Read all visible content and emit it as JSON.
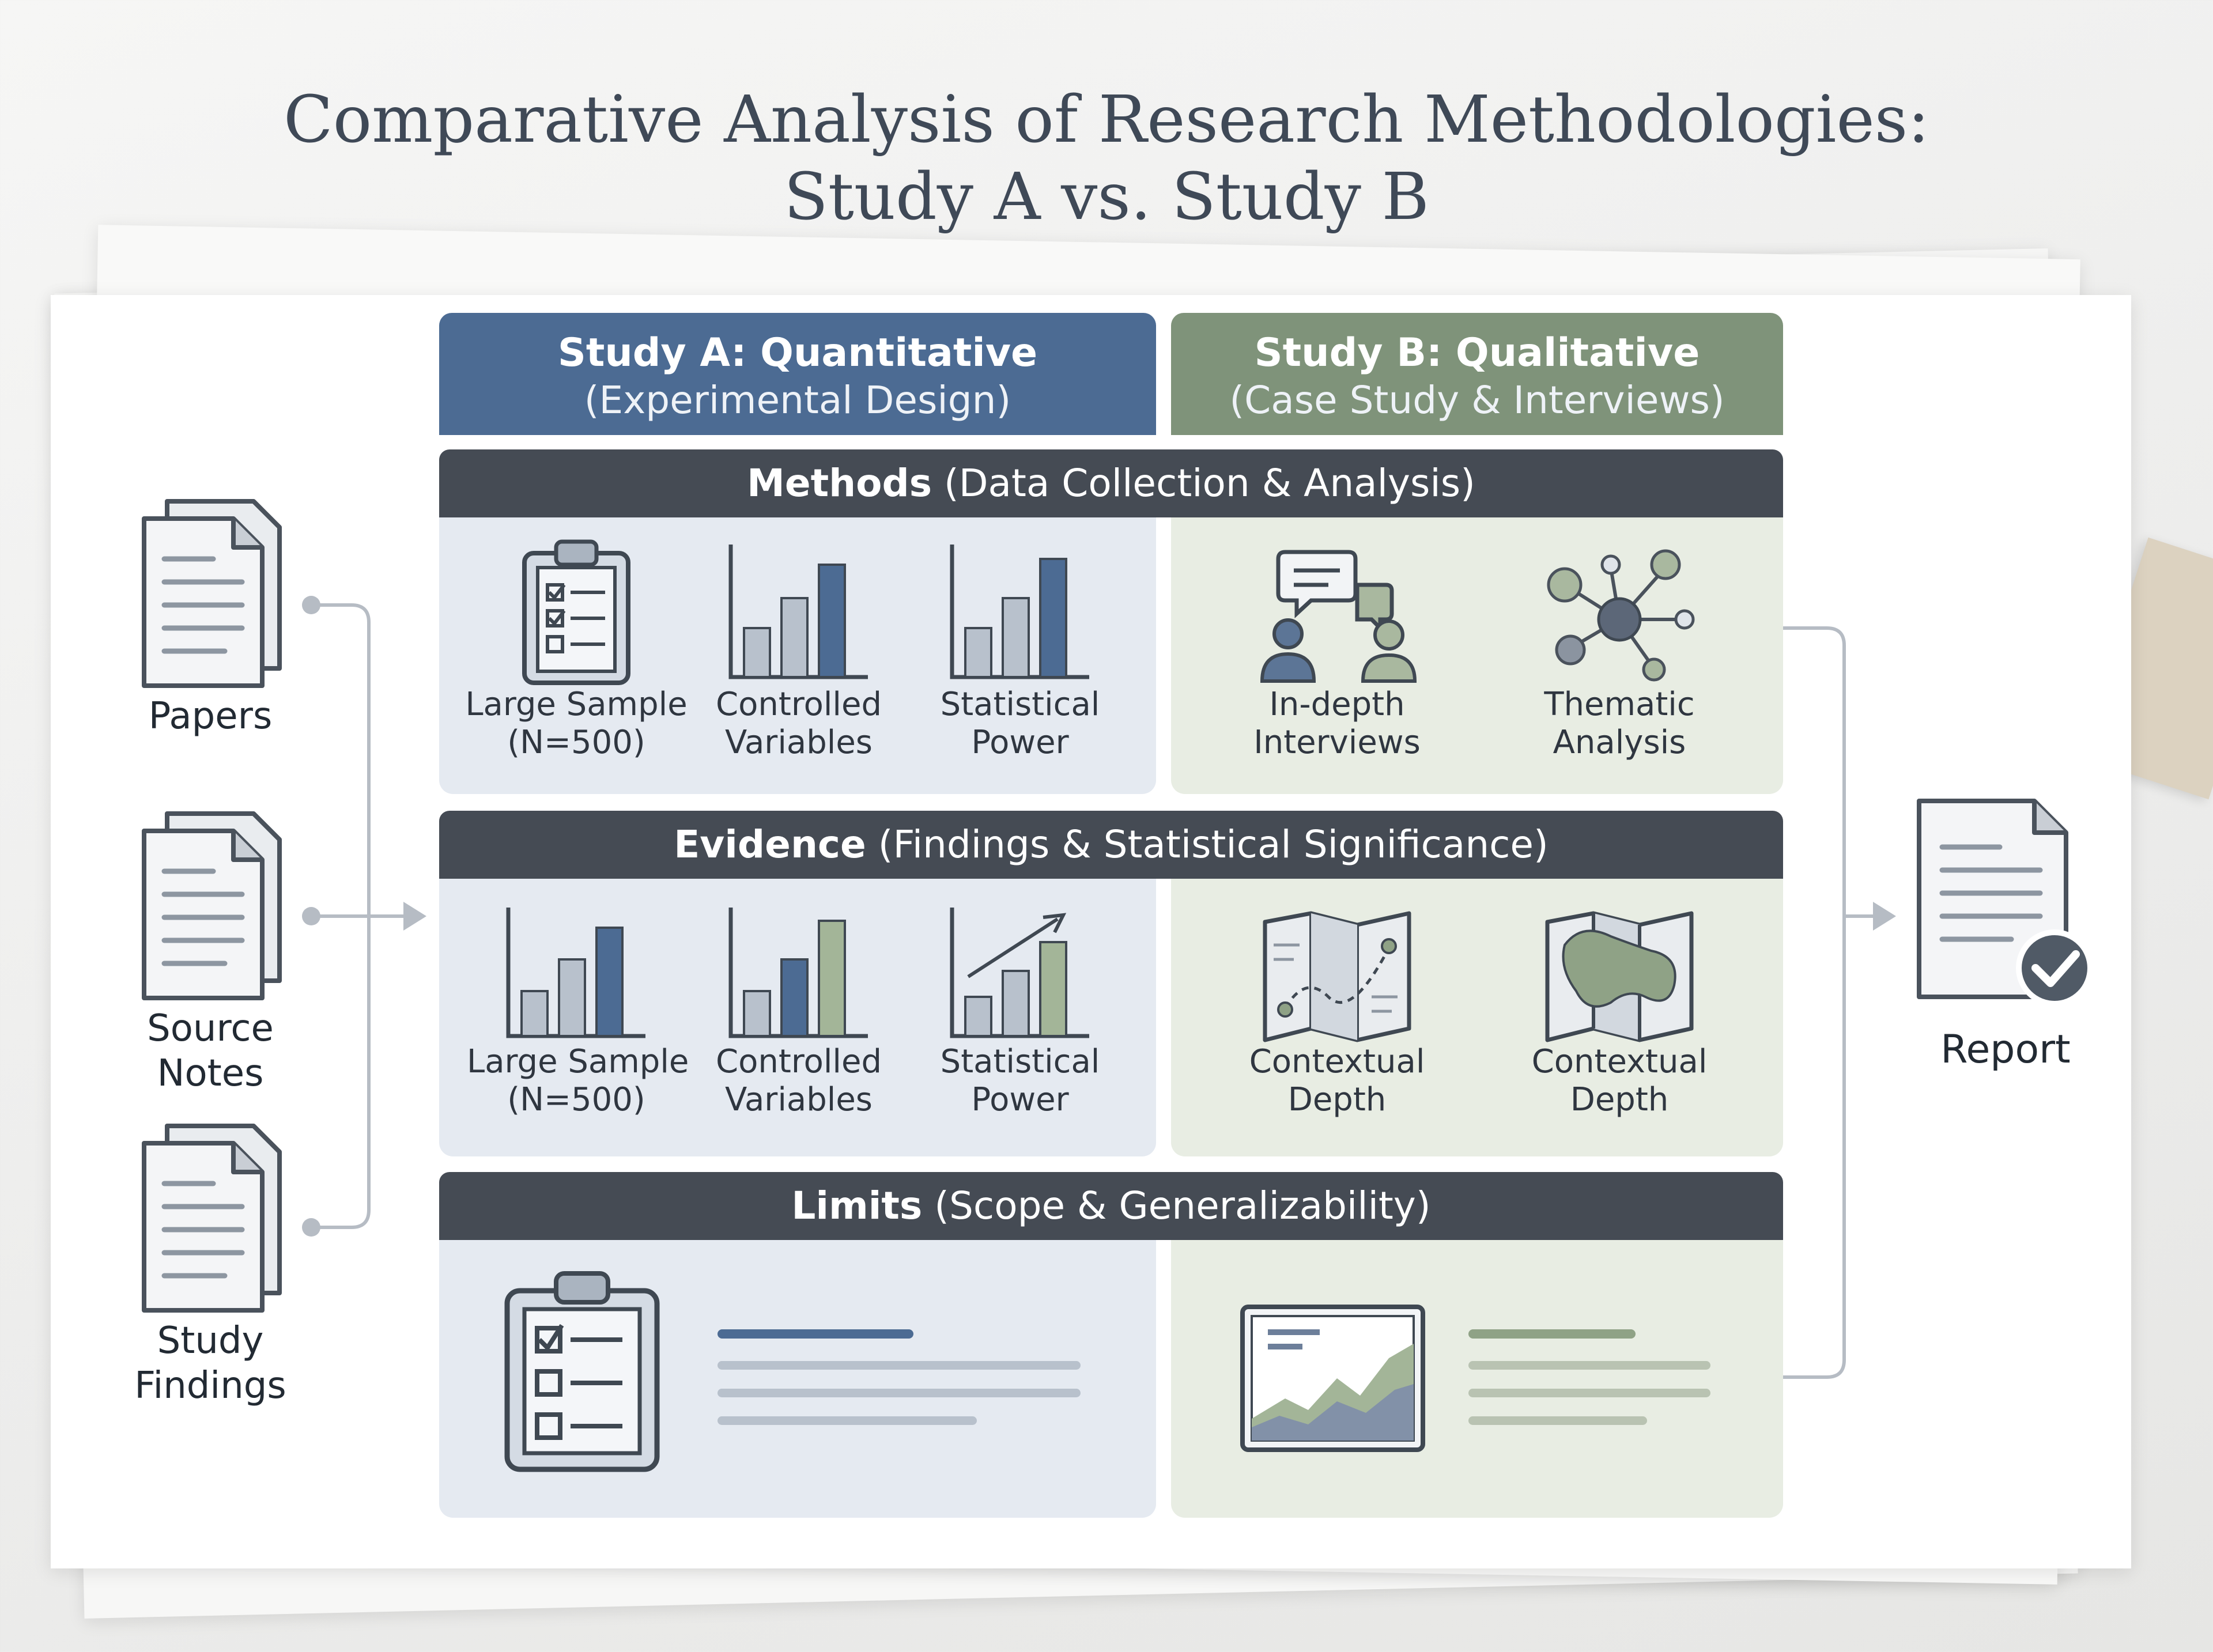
{
  "title": {
    "line1": "Comparative Analysis of Research Methodologies:",
    "line2": "Study A vs. Study B"
  },
  "columns": {
    "a": {
      "title": "Study A: Quantitative",
      "subtitle": "(Experimental Design)"
    },
    "b": {
      "title": "Study B: Qualitative",
      "subtitle": "(Case Study & Interviews)"
    }
  },
  "sources": [
    "Papers",
    "Source Notes",
    [
      "Study",
      "Findings"
    ]
  ],
  "sections": {
    "methods": {
      "bold": "Methods",
      "rest": " (Data Collection & Analysis)",
      "a_items": [
        [
          "Large Sample",
          "(N=500)"
        ],
        [
          "Controlled",
          "Variables"
        ],
        [
          "Statistical",
          "Power"
        ]
      ],
      "b_items": [
        [
          "In-depth",
          "Interviews"
        ],
        [
          "Thematic",
          "Analysis"
        ]
      ]
    },
    "evidence": {
      "bold": "Evidence",
      "rest": " (Findings & Statistical Significance)",
      "a_items": [
        [
          "Large Sample",
          "(N=500)"
        ],
        [
          "Controlled",
          "Variables"
        ],
        [
          "Statistical",
          "Power"
        ]
      ],
      "b_items": [
        [
          "Contextual",
          "Depth"
        ],
        [
          "Contextual",
          "Depth"
        ]
      ]
    },
    "limits": {
      "bold": "Limits",
      "rest": " (Scope & Generalizability)"
    }
  },
  "output": "Report",
  "colors": {
    "study_a": "#4c6b93",
    "study_b": "#7f937a",
    "band": "#454b54",
    "panel_a": "#e5eaf1",
    "panel_b": "#e8ede3"
  },
  "icons": {
    "sources": "document-stack-icon",
    "report": "report-check-icon",
    "methods_a": [
      "clipboard-checklist-icon",
      "bar-chart-icon",
      "bar-chart-icon"
    ],
    "methods_b": [
      "interview-people-icon",
      "network-nodes-icon"
    ],
    "evidence_a": [
      "bar-chart-icon",
      "bar-chart-icon",
      "trend-bar-chart-icon"
    ],
    "evidence_b": [
      "map-path-icon",
      "map-region-icon"
    ],
    "limits": [
      "checklist-clipboard-icon",
      "area-chart-icon"
    ]
  }
}
